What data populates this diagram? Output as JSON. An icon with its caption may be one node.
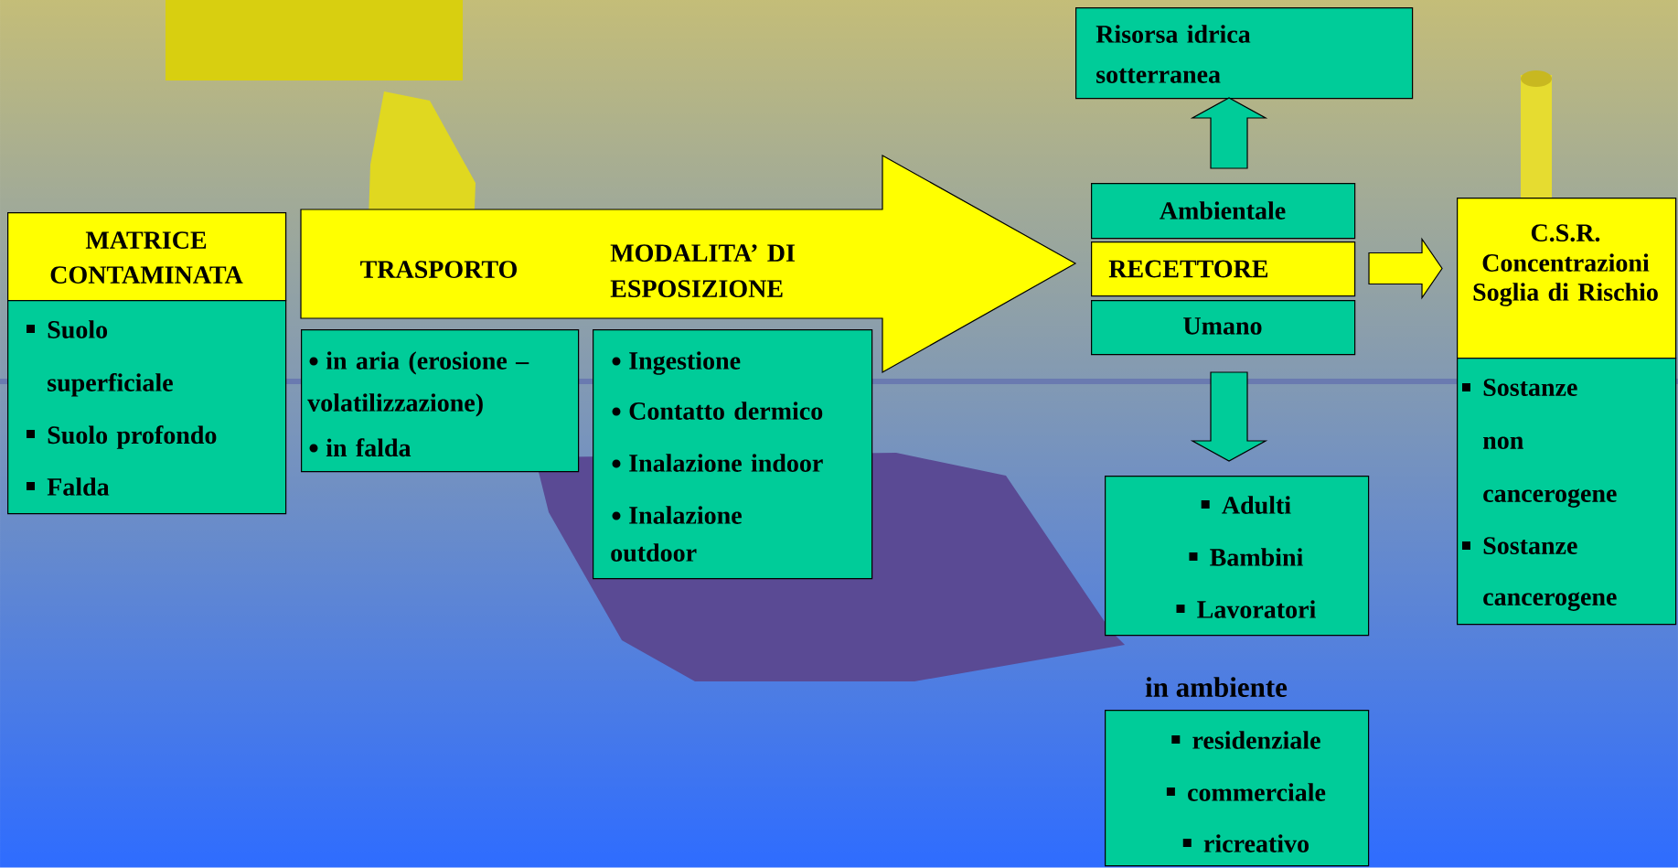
{
  "diagram": {
    "nodes": [
      {
        "text": [
          "MATRICE CONTAMINATA"
        ]
      },
      {
        "text": [
          "Suolo superficiale",
          "Suolo profondo",
          "Falda"
        ]
      },
      {
        "text": [
          "TRASPORTO",
          "MODALITA’ DI ESPOSIZIONE"
        ]
      },
      {
        "text": [
          "in aria (erosione – volatilizzazione)",
          "in falda"
        ]
      },
      {
        "text": [
          "Ingestione",
          "Contatto dermico",
          "Inalazione indoor",
          "Inalazione outdoor"
        ]
      },
      {
        "text": [
          "Risorsa idrica sotterranea"
        ]
      },
      {
        "text": [
          "Ambientale"
        ]
      },
      {
        "text": [
          "RECETTORE"
        ]
      },
      {
        "text": [
          "Umano"
        ]
      },
      {
        "text": [
          "C.S.R.",
          "Concentrazioni Soglia di Rischio"
        ]
      },
      {
        "text": [
          "Sostanze non cancerogene",
          "Sostanze cancerogene"
        ]
      },
      {
        "text": [
          "Adulti",
          "Bambini",
          "Lavoratori"
        ]
      },
      {
        "text": [
          "in ambiente",
          "residenziale",
          "commerciale",
          "ricreativo"
        ]
      }
    ],
    "edges": [
      {
        "from": 6,
        "to": 5,
        "arrow": "to"
      },
      {
        "from": 7,
        "to": 9,
        "arrow": "to",
        "color": "#ffff00"
      },
      {
        "from": 8,
        "to": 11,
        "arrow": "to"
      }
    ]
  }
}
